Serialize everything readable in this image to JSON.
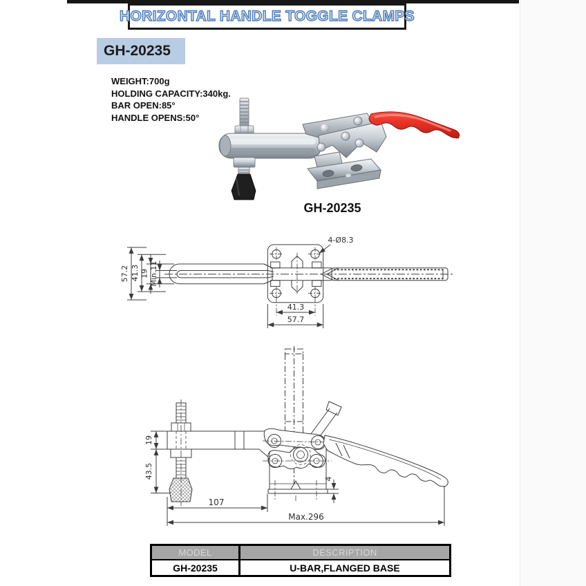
{
  "header": {
    "title": "HORIZONTAL HANDLE TOGGLE CLAMPS"
  },
  "model_badge": "GH-20235",
  "specs": [
    "WEIGHT:700g",
    "HOLDING CAPACITY:340kg.",
    "BAR OPEN:85°",
    "HANDLE OPENS:50°"
  ],
  "photo": {
    "caption": "GH-20235"
  },
  "drawing_top": {
    "overall_height": "57.2",
    "inner_height": "41.3",
    "bar_height": "19",
    "slot_min": "Min.11",
    "hole_callout": "4-Ø8.3",
    "hole_spacing": "41.3",
    "base_width": "57.7"
  },
  "drawing_side": {
    "bar_height": "19",
    "spindle_reach": "43.5",
    "arm_length": "107",
    "base_thickness": "4",
    "overall_length": "Max.296"
  },
  "table": {
    "headers": [
      "MODEL",
      "DESCRIPTION"
    ],
    "rows": [
      [
        "GH-20235",
        "U-BAR,FLANGED BASE"
      ]
    ]
  },
  "colors": {
    "badge_bg": "#b8cce4",
    "title_blue": "#4d7dba",
    "handle_red": "#e8332b",
    "table_header_bg": "#a6a6a6"
  }
}
